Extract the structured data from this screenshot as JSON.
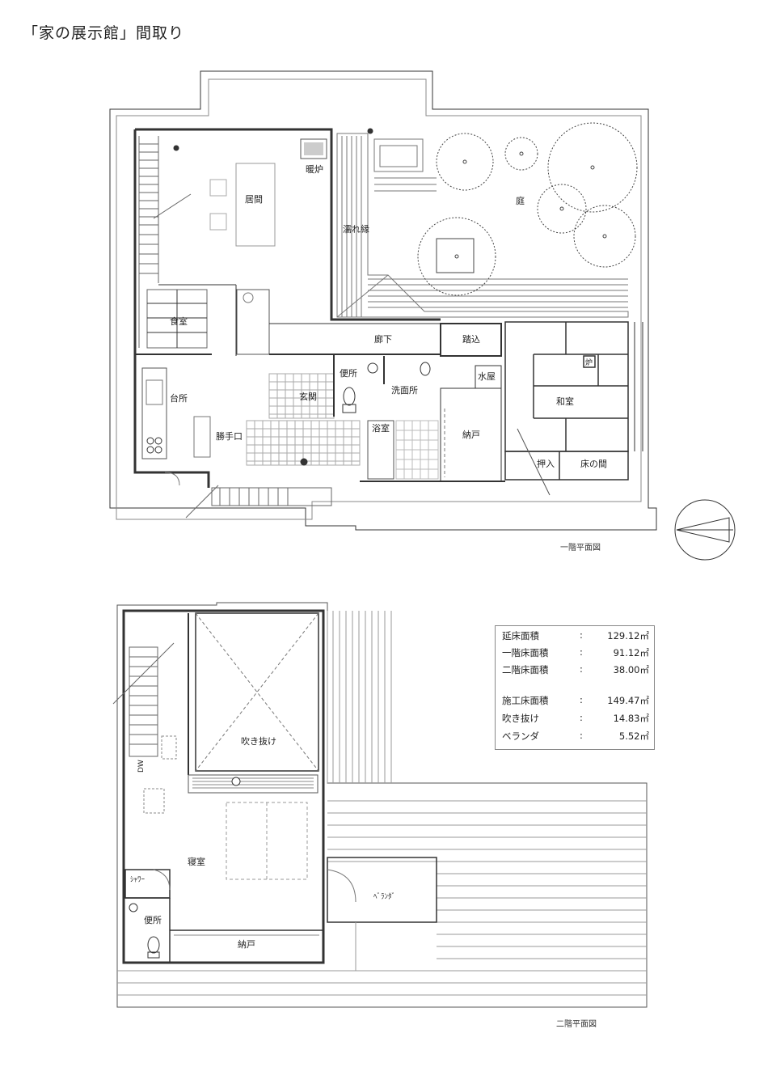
{
  "title": "「家の展示館」間取り",
  "floor1": {
    "caption": "一階平面図",
    "rooms": {
      "living": "居間",
      "fireplace": "暖炉",
      "veranda": "濡れ縁",
      "garden": "庭",
      "dining": "食室",
      "corridor": "廊下",
      "fumikomi": "踏込",
      "toilet": "便所",
      "washroom": "洗面所",
      "mizuya": "水屋",
      "hearth": "炉",
      "washitsu": "和室",
      "kitchen": "台所",
      "entrance": "玄関",
      "katteguchi": "勝手口",
      "bath": "浴室",
      "nando": "納戸",
      "oshiire": "押入",
      "tokonoma": "床の間"
    }
  },
  "floor2": {
    "caption": "二階平面図",
    "rooms": {
      "void": "吹き抜け",
      "bedroom": "寝室",
      "shower": "ｼｬﾜｰ",
      "toilet": "便所",
      "nando": "納戸",
      "balcony": "ﾍﾞﾗﾝﾀﾞ",
      "dw": "DW"
    }
  },
  "areas": [
    {
      "name": "延床面積",
      "colon": ":",
      "value": "129.12㎡"
    },
    {
      "name": "一階床面積",
      "colon": ":",
      "value": "91.12㎡"
    },
    {
      "name": "二階床面積",
      "colon": ":",
      "value": "38.00㎡"
    },
    {
      "name": "施工床面積",
      "colon": ":",
      "value": "149.47㎡"
    },
    {
      "name": "吹き抜け",
      "colon": ":",
      "value": "14.83㎡"
    },
    {
      "name": "ベランダ",
      "colon": ":",
      "value": "5.52㎡"
    }
  ]
}
